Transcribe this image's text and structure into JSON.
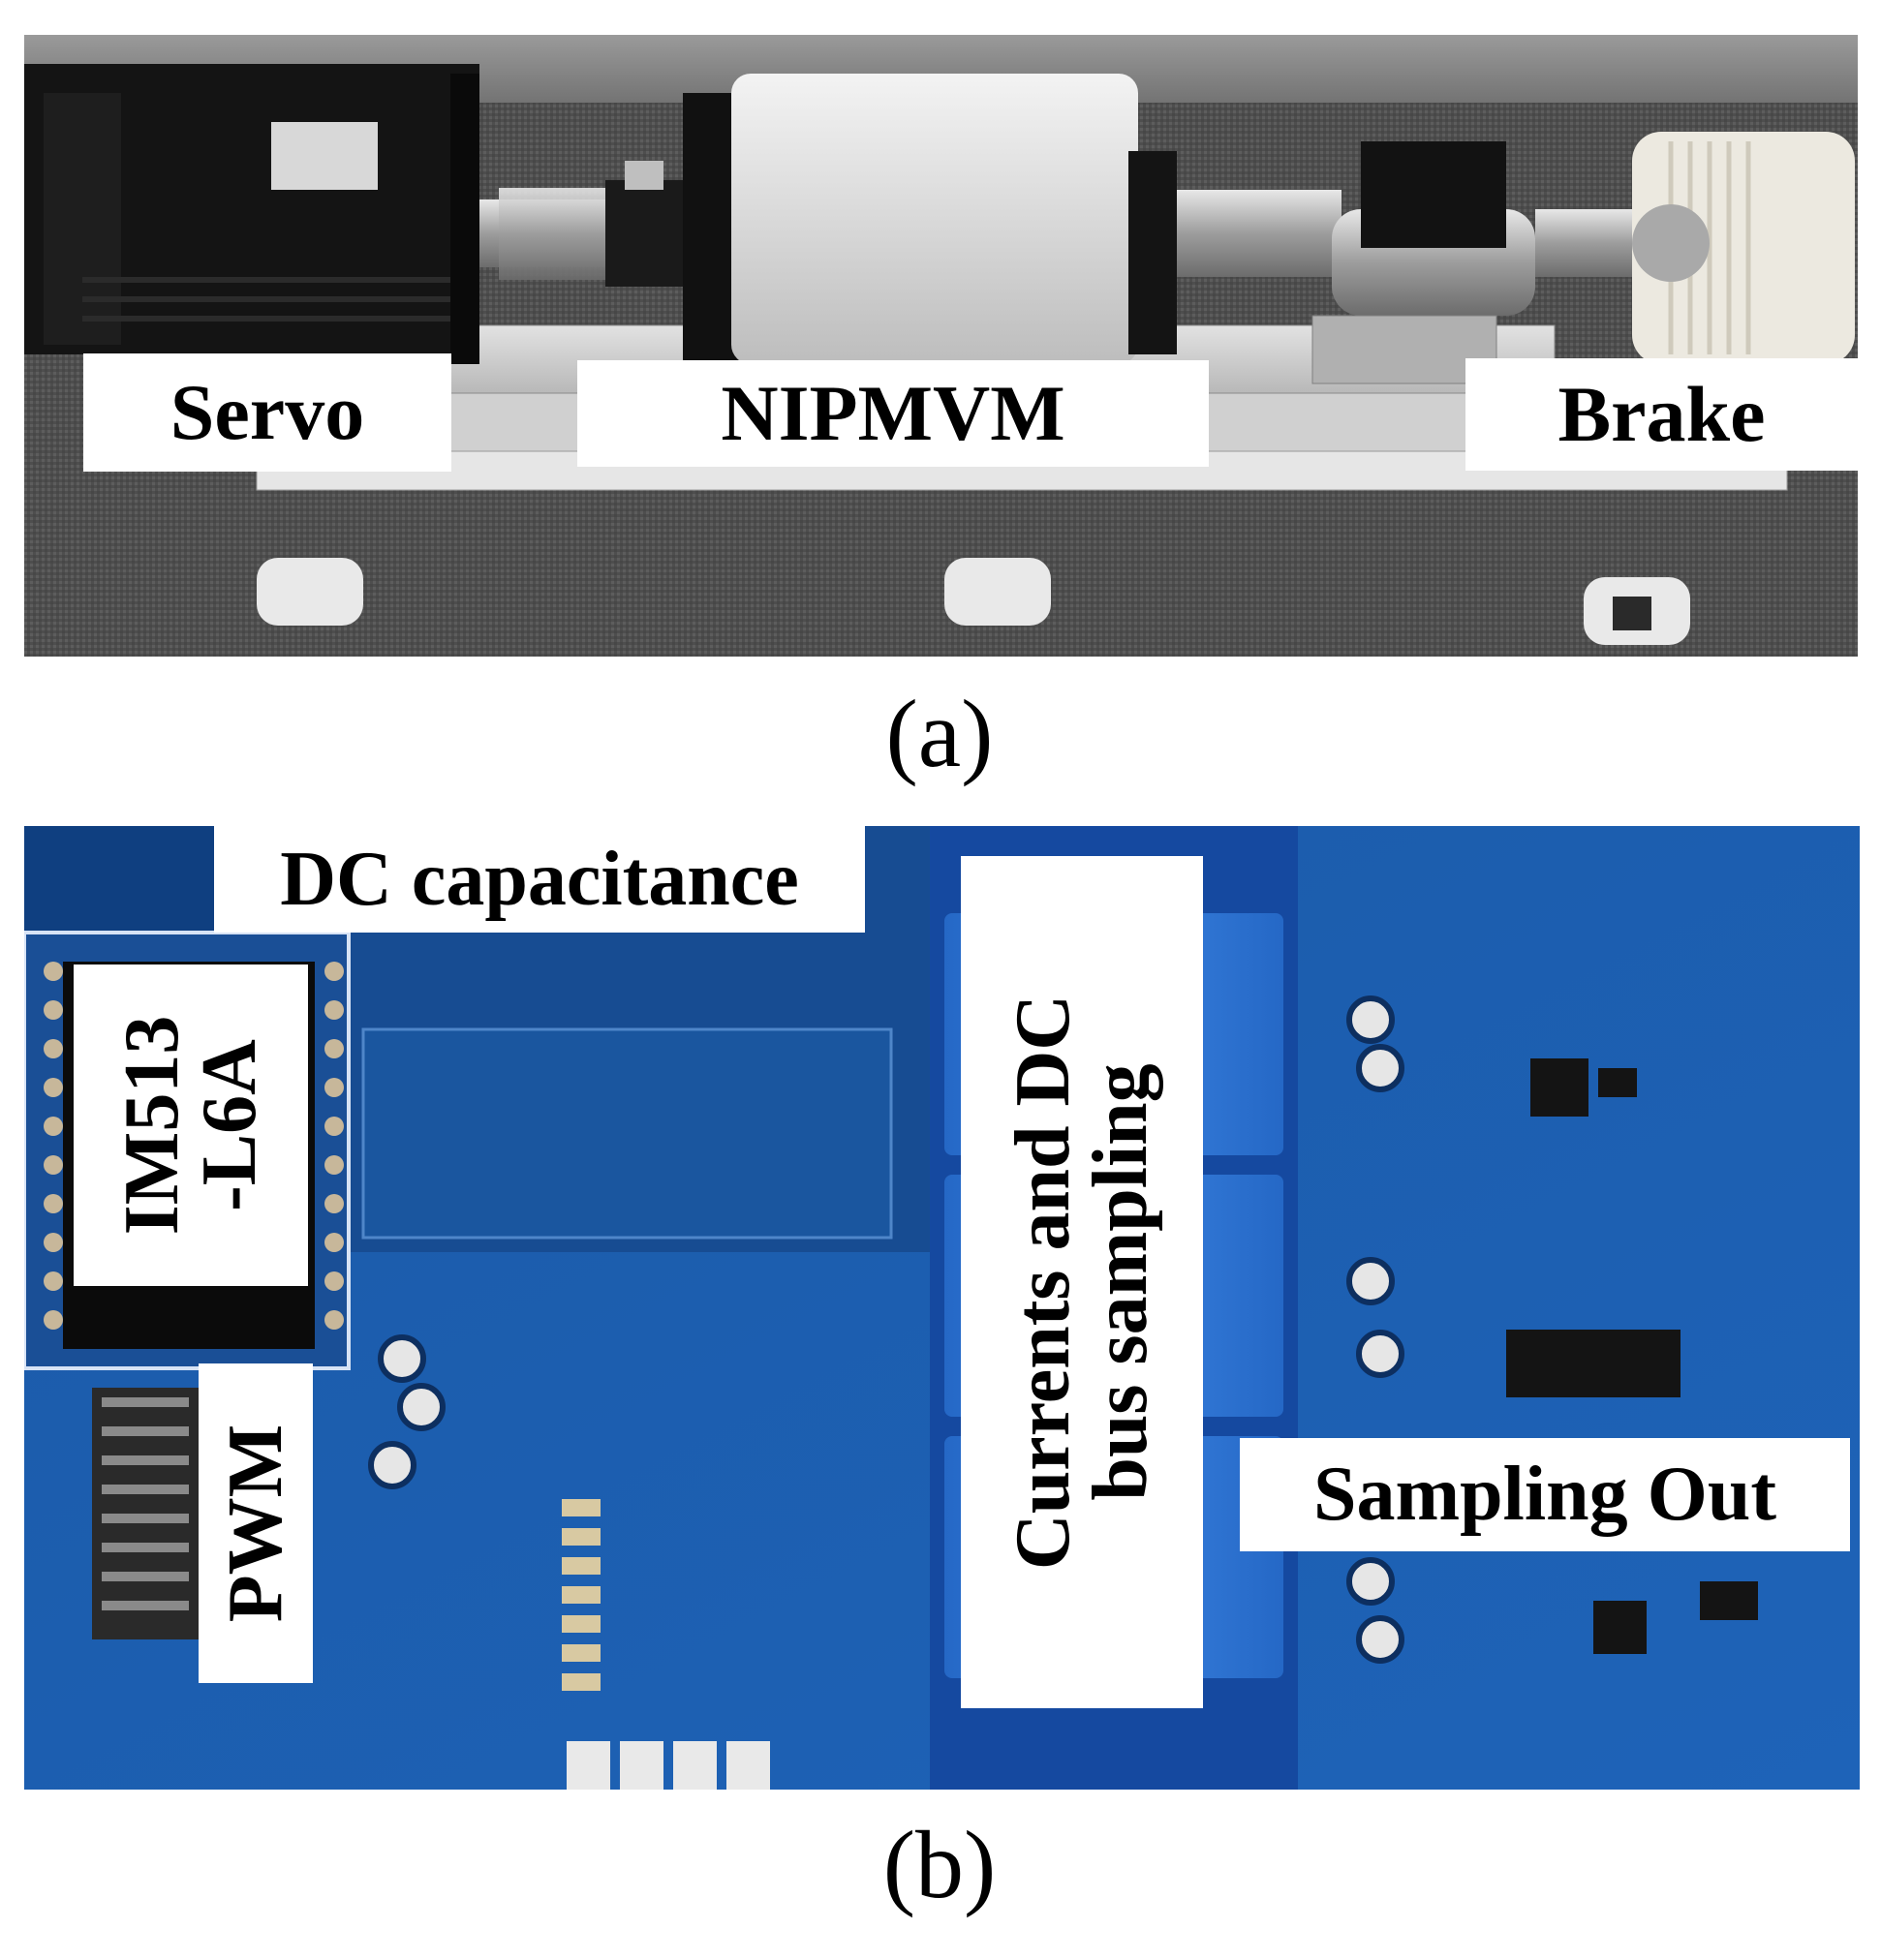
{
  "panel_a": {
    "labels": {
      "servo": "Servo",
      "motor": "NIPMVM",
      "brake": "Brake"
    },
    "caption": "(a)"
  },
  "panel_b": {
    "labels": {
      "dc_capacitance": "DC capacitance",
      "module_line1": "IM513",
      "module_line2": "-L6A",
      "pwm": "PWM",
      "sampling_line1": "Currents and DC",
      "sampling_line2": "bus sampling",
      "sampling_out": "Sampling Out"
    },
    "caption": "(b)"
  },
  "colors": {
    "pcb_blue": "#1c5fb0",
    "pcb_dark": "#0f3f80",
    "sensor_blue": "#2a73d6",
    "floor_gray": "#5a5a5a"
  }
}
